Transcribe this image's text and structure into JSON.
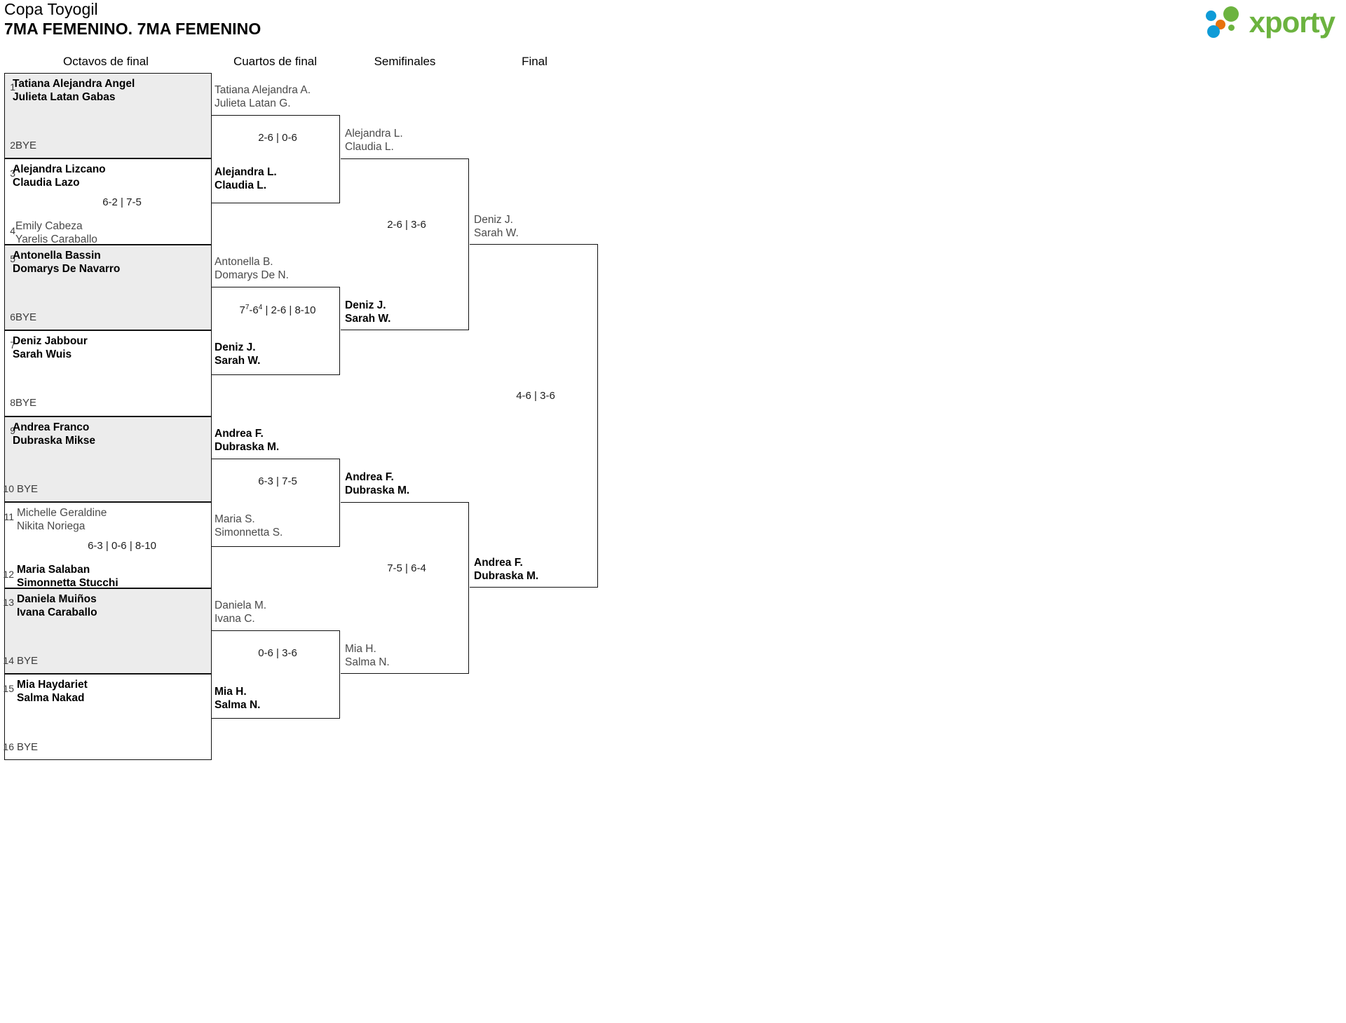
{
  "header": {
    "tournament": "Copa Toyogil",
    "category": "7MA FEMENINO. 7MA FEMENINO",
    "logo_text": "xporty",
    "logo_colors": {
      "green": "#6cb33f",
      "blue": "#0f9bd7",
      "orange": "#e8720c"
    }
  },
  "rounds": [
    {
      "label": "Octavos de final"
    },
    {
      "label": "Cuartos de final"
    },
    {
      "label": "Semifinales"
    },
    {
      "label": "Final"
    }
  ],
  "bye_label": "BYE",
  "round1": [
    {
      "seed": "1",
      "p1": "Tatiana Alejandra Angel",
      "p2": "Julieta Latan Gabas",
      "state": "win"
    },
    {
      "seed": "2",
      "bye": true
    },
    {
      "seed": "3",
      "p1": "Alejandra Lizcano",
      "p2": "Claudia Lazo",
      "state": "win"
    },
    {
      "seed": "4",
      "p1": "Emily Cabeza",
      "p2": "Yarelis Caraballo",
      "state": "lose"
    },
    {
      "seed": "5",
      "p1": "Antonella Bassin",
      "p2": "Domarys De Navarro",
      "state": "win"
    },
    {
      "seed": "6",
      "bye": true
    },
    {
      "seed": "7",
      "p1": "Deniz Jabbour",
      "p2": "Sarah Wuis",
      "state": "win"
    },
    {
      "seed": "8",
      "bye": true
    },
    {
      "seed": "9",
      "p1": "Andrea Franco",
      "p2": "Dubraska Mikse",
      "state": "win"
    },
    {
      "seed": "10",
      "bye": true
    },
    {
      "seed": "11",
      "p1": "Michelle Geraldine",
      "p2": "Nikita Noriega",
      "state": "lose"
    },
    {
      "seed": "12",
      "p1": "Maria Salaban",
      "p2": "Simonnetta Stucchi",
      "state": "win"
    },
    {
      "seed": "13",
      "p1": "Daniela Muiños",
      "p2": "Ivana Caraballo",
      "state": "win"
    },
    {
      "seed": "14",
      "bye": true
    },
    {
      "seed": "15",
      "p1": "Mia Haydariet",
      "p2": "Salma Nakad",
      "state": "win"
    },
    {
      "seed": "16",
      "bye": true
    }
  ],
  "round1_scores": [
    {
      "text": "6-2 | 7-5"
    },
    {
      "text": "6-3 | 0-6 | 8-10"
    }
  ],
  "round2": [
    {
      "p1": "Tatiana Alejandra A.",
      "p2": "Julieta Latan G.",
      "state": "lose"
    },
    {
      "p1": "Alejandra L.",
      "p2": "Claudia L.",
      "state": "win"
    },
    {
      "p1": "Antonella B.",
      "p2": "Domarys De N.",
      "state": "lose"
    },
    {
      "p1": "Deniz J.",
      "p2": "Sarah W.",
      "state": "win"
    },
    {
      "p1": "Andrea F.",
      "p2": "Dubraska M.",
      "state": "win"
    },
    {
      "p1": "Maria S.",
      "p2": "Simonnetta S.",
      "state": "lose"
    },
    {
      "p1": "Daniela M.",
      "p2": "Ivana C.",
      "state": "lose"
    },
    {
      "p1": "Mia H.",
      "p2": "Salma N.",
      "state": "win"
    }
  ],
  "round2_scores": [
    {
      "text": "2-6 | 0-6",
      "tiebreak": false
    },
    {
      "pre": "7",
      "sup1": "7",
      "mid": "-6",
      "sup2": "4",
      "post": " | 2-6 | 8-10",
      "tiebreak": true
    },
    {
      "text": "6-3 | 7-5",
      "tiebreak": false
    },
    {
      "text": "0-6 | 3-6",
      "tiebreak": false
    }
  ],
  "round3": [
    {
      "p1": "Alejandra L.",
      "p2": "Claudia L.",
      "state": "lose"
    },
    {
      "p1": "Deniz J.",
      "p2": "Sarah W.",
      "state": "win"
    },
    {
      "p1": "Andrea F.",
      "p2": "Dubraska M.",
      "state": "win"
    },
    {
      "p1": "Mia H.",
      "p2": "Salma N.",
      "state": "lose"
    }
  ],
  "round3_scores": [
    {
      "text": "2-6 | 3-6"
    },
    {
      "text": "7-5 | 6-4"
    }
  ],
  "round4": [
    {
      "p1": "Deniz J.",
      "p2": "Sarah W.",
      "state": "lose"
    },
    {
      "p1": "Andrea F.",
      "p2": "Dubraska M.",
      "state": "win"
    }
  ],
  "round4_scores": [
    {
      "text": "4-6 | 3-6"
    }
  ]
}
